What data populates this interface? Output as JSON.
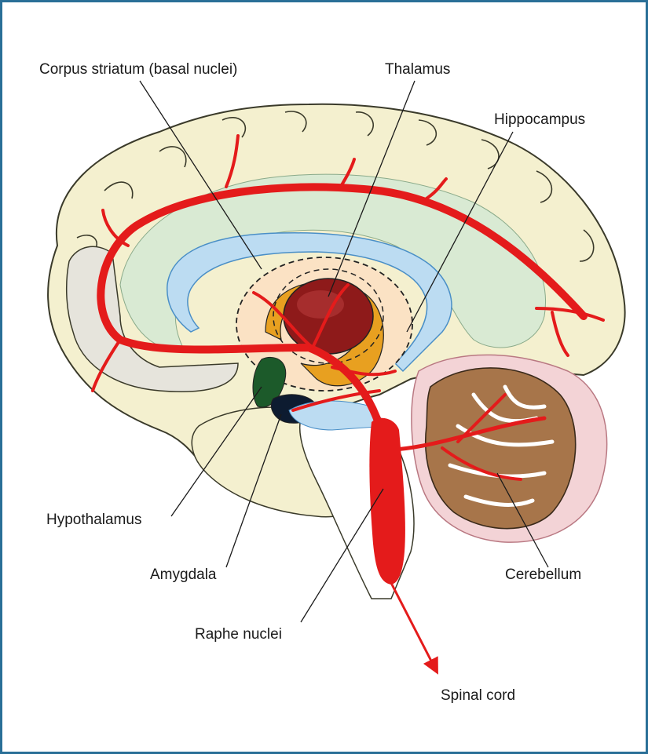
{
  "labels": {
    "corpus_striatum": "Corpus striatum (basal nuclei)",
    "thalamus": "Thalamus",
    "hippocampus": "Hippocampus",
    "hypothalamus": "Hypothalamus",
    "amygdala": "Amygdala",
    "raphe_nuclei": "Raphe nuclei",
    "cerebellum": "Cerebellum",
    "spinal_cord": "Spinal cord"
  },
  "colors": {
    "frame_border": "#2a6f97",
    "cortex": "#f4f0cf",
    "cortex_outline": "#3a3a2a",
    "gray_matter_band": "#d9ead3",
    "ventricle": "#bcdcf2",
    "pathway": "#e41b1b",
    "thalamus": "#8e1a1a",
    "basal_nuclei": "#e8a020",
    "hypothalamus": "#1c5a2a",
    "cerebellum_cortex": "#a7754a",
    "cerebellum_outer": "#f3d3d6"
  }
}
